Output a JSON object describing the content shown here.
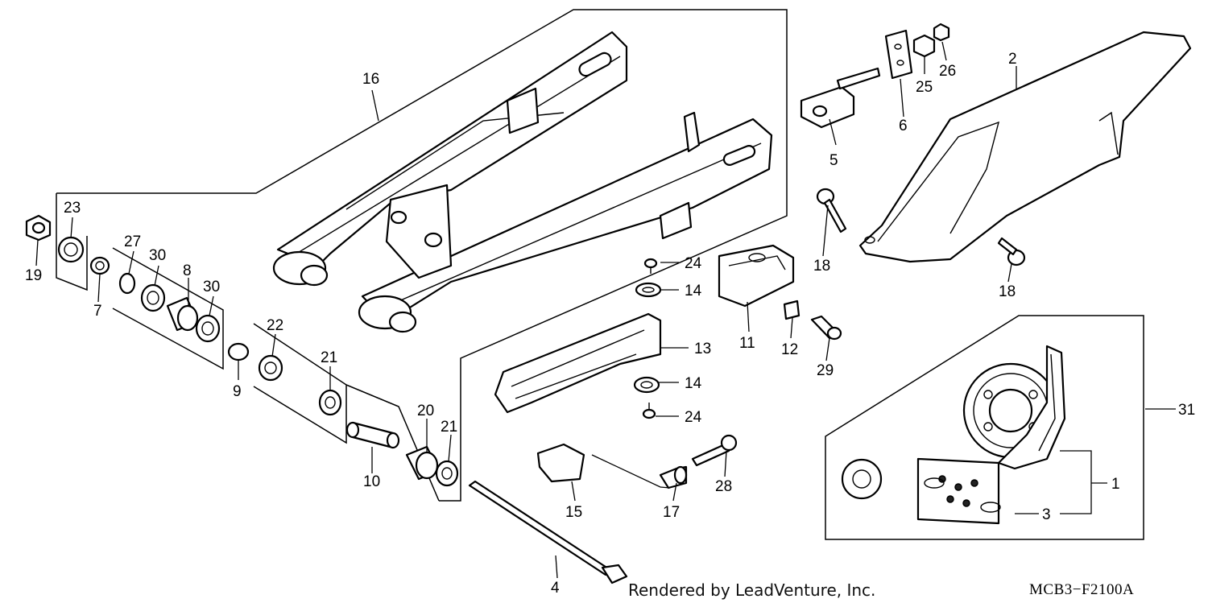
{
  "callouts": {
    "c1": "1",
    "c2": "2",
    "c3": "3",
    "c4": "4",
    "c5": "5",
    "c6": "6",
    "c7": "7",
    "c8": "8",
    "c9": "9",
    "c10": "10",
    "c11": "11",
    "c12": "12",
    "c13": "13",
    "c14a": "14",
    "c14b": "14",
    "c15": "15",
    "c16": "16",
    "c17": "17",
    "c18a": "18",
    "c18b": "18",
    "c19": "19",
    "c20": "20",
    "c21a": "21",
    "c21b": "21",
    "c22": "22",
    "c23": "23",
    "c24a": "24",
    "c24b": "24",
    "c25": "25",
    "c26": "26",
    "c27": "27",
    "c28": "28",
    "c29": "29",
    "c30a": "30",
    "c30b": "30",
    "c31": "31"
  },
  "footer": {
    "credit": "Rendered by LeadVenture, Inc.",
    "diagram_code": "MCB3−F2100A"
  }
}
